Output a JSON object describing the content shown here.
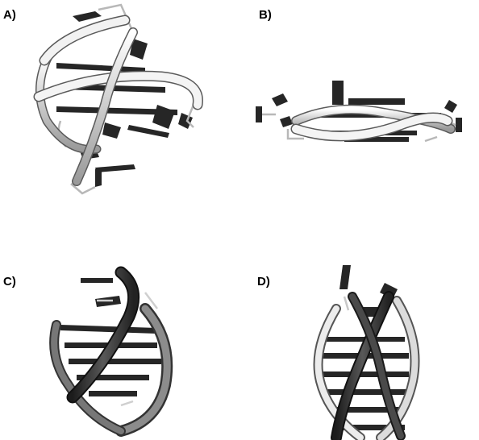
{
  "panels": [
    {
      "label": "A)",
      "ribbon": "white-backbone"
    },
    {
      "label": "B)",
      "ribbon": "white-backbone"
    },
    {
      "label": "C)",
      "ribbon": "dark-backbone"
    },
    {
      "label": "D)",
      "ribbon": "dark-and-white-backbone"
    }
  ],
  "colors": {
    "background": "#ffffff",
    "backbone_light": "#e6e6e6",
    "backbone_dark": "#2e2e2e",
    "base": "#262626",
    "label": "#000000"
  }
}
